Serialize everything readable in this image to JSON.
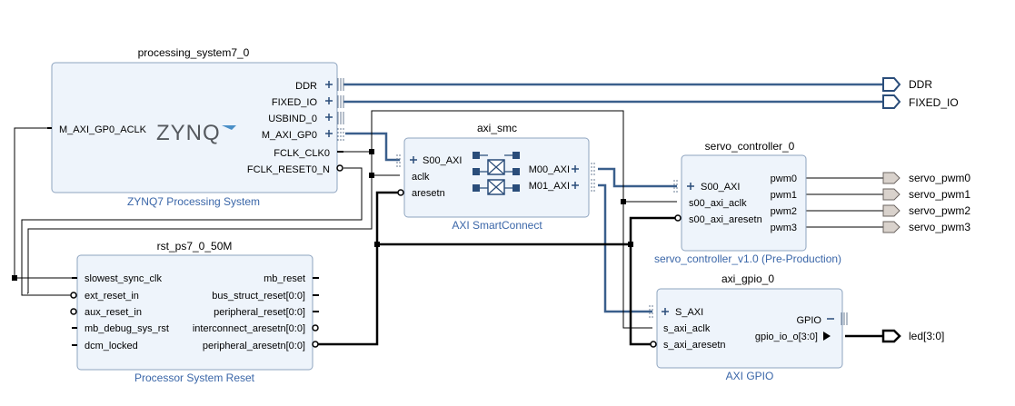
{
  "processing_system": {
    "instance": "processing_system7_0",
    "type": "ZYNQ7 Processing System",
    "logo": "ZYNQ",
    "left_pins": [
      "M_AXI_GP0_ACLK"
    ],
    "right_pins": [
      "DDR",
      "FIXED_IO",
      "USBIND_0",
      "M_AXI_GP0",
      "FCLK_CLK0",
      "FCLK_RESET0_N"
    ]
  },
  "axi_smc": {
    "instance": "axi_smc",
    "type": "AXI SmartConnect",
    "left_pins": [
      "S00_AXI",
      "aclk",
      "aresetn"
    ],
    "right_pins": [
      "M00_AXI",
      "M01_AXI"
    ]
  },
  "servo_controller": {
    "instance": "servo_controller_0",
    "type": "servo_controller_v1.0 (Pre-Production)",
    "left_pins": [
      "S00_AXI",
      "s00_axi_aclk",
      "s00_axi_aresetn"
    ],
    "right_pins": [
      "pwm0",
      "pwm1",
      "pwm2",
      "pwm3"
    ]
  },
  "rst_block": {
    "instance": "rst_ps7_0_50M",
    "type": "Processor System Reset",
    "left_pins": [
      "slowest_sync_clk",
      "ext_reset_in",
      "aux_reset_in",
      "mb_debug_sys_rst",
      "dcm_locked"
    ],
    "right_pins": [
      "mb_reset",
      "bus_struct_reset[0:0]",
      "peripheral_reset[0:0]",
      "interconnect_aresetn[0:0]",
      "peripheral_aresetn[0:0]"
    ]
  },
  "axi_gpio": {
    "instance": "axi_gpio_0",
    "type": "AXI GPIO",
    "left_pins": [
      "S_AXI",
      "s_axi_aclk",
      "s_axi_aresetn"
    ],
    "right_pins": [
      "GPIO",
      "gpio_io_o[3:0]"
    ]
  },
  "external_ports": [
    "DDR",
    "FIXED_IO",
    "servo_pwm0",
    "servo_pwm1",
    "servo_pwm2",
    "servo_pwm3",
    "led[3:0]"
  ],
  "colors": {
    "block_fill": "#eef4fb",
    "block_border": "#8ea4bf",
    "type_label": "#3a66a8",
    "bus_wire": "#3a5f8c",
    "wire": "#000000",
    "port_fill": "#d9d2cc"
  }
}
